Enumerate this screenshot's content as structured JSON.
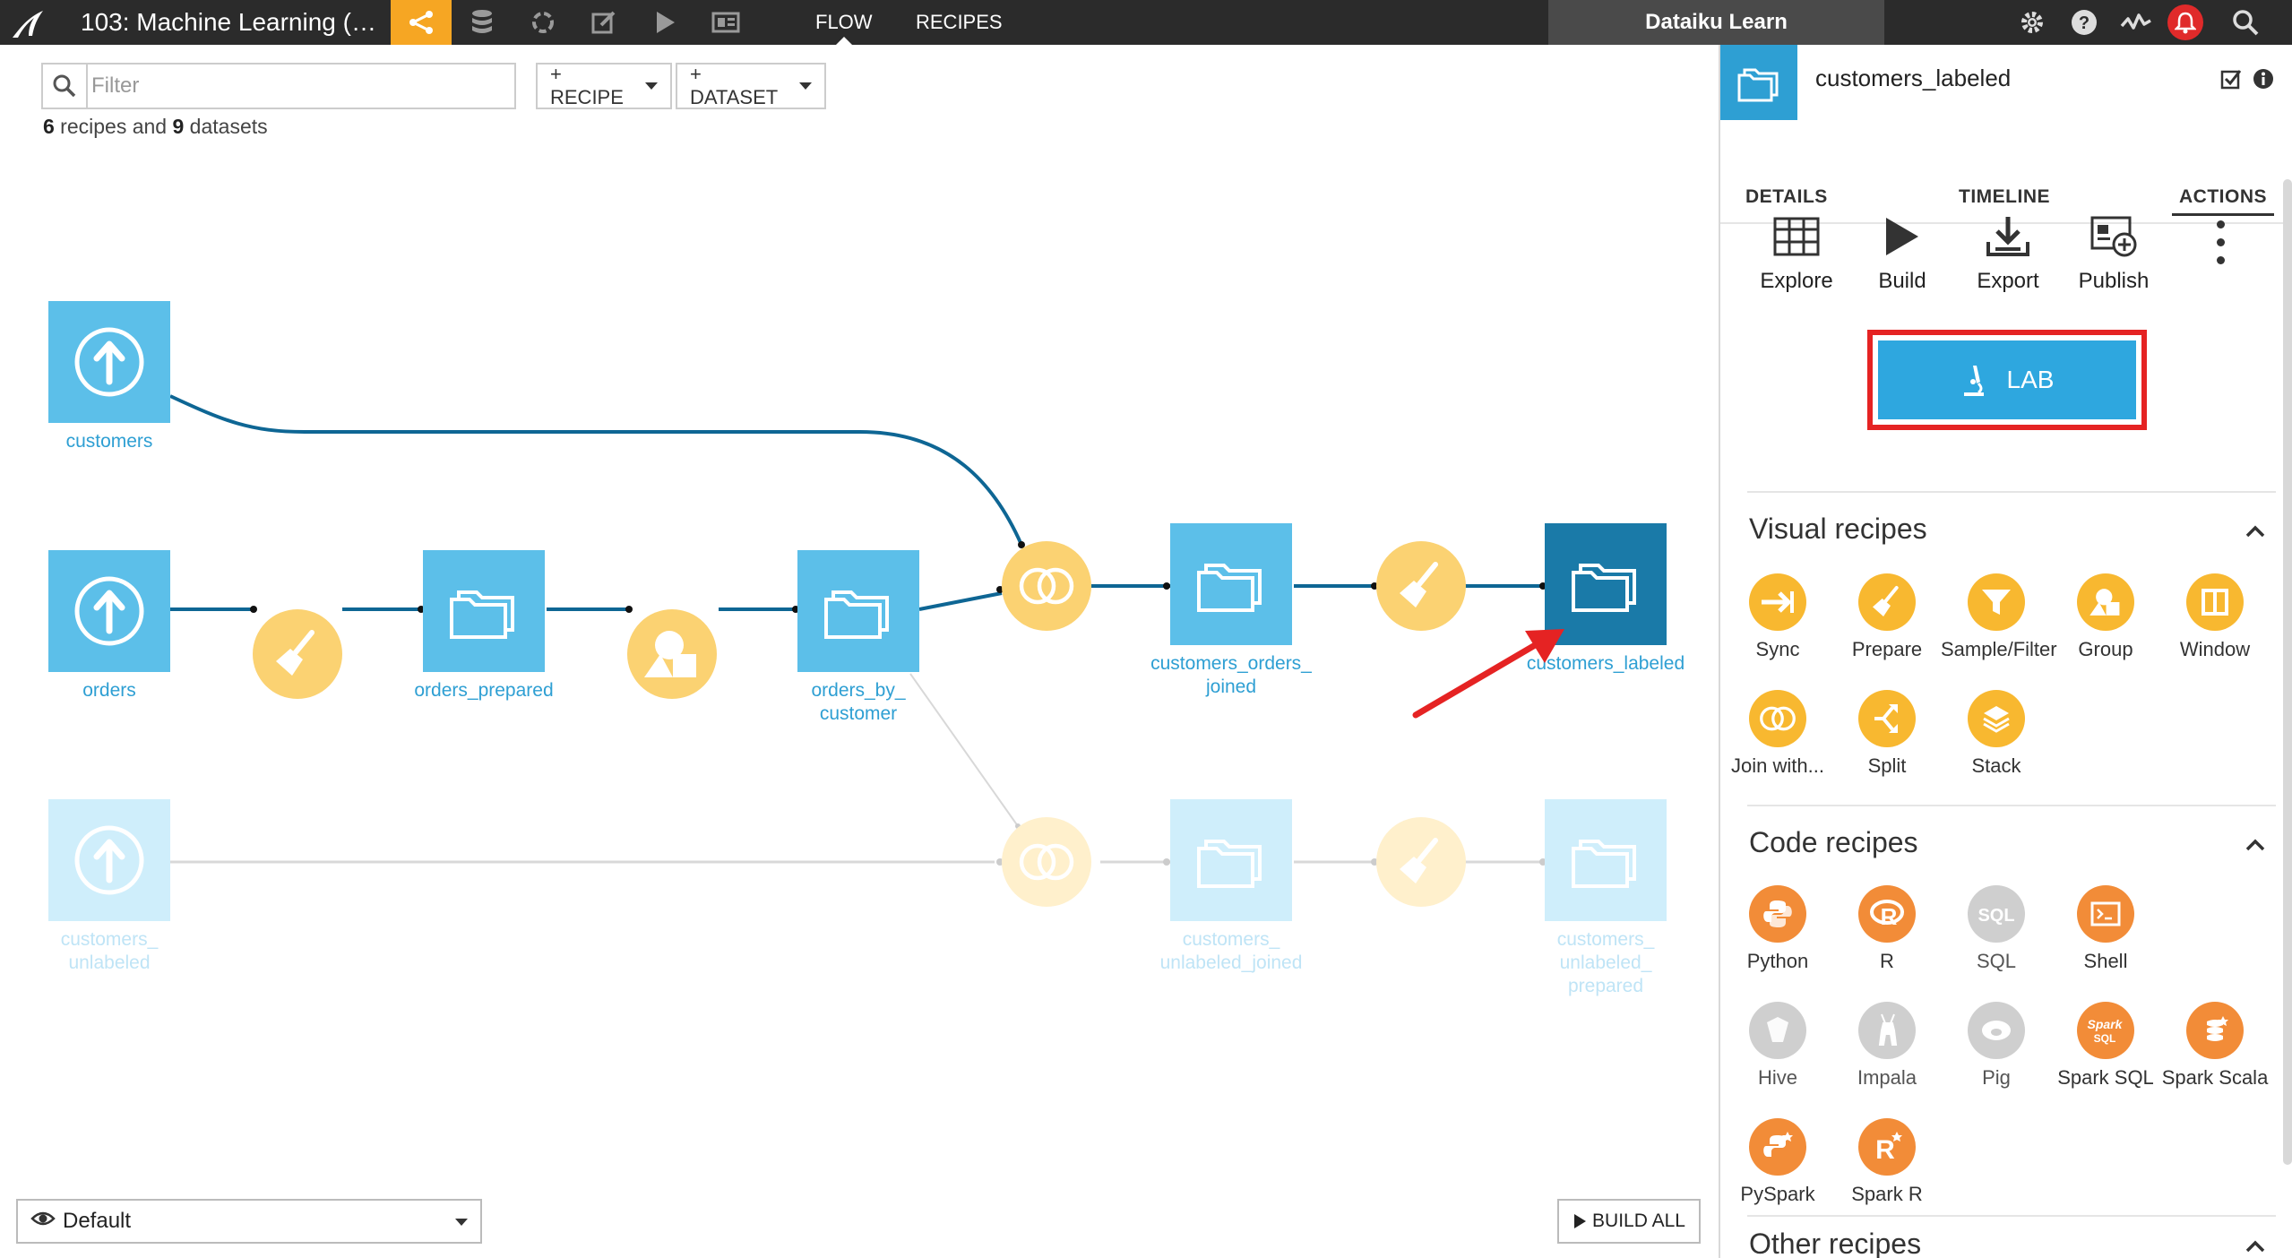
{
  "topbar": {
    "project_title": "103: Machine Learning (…",
    "tabs": [
      "FLOW",
      "RECIPES"
    ],
    "active_tab": "FLOW",
    "instance_name": "Dataiku Learn",
    "icons": [
      "flow-icon",
      "datasets-icon",
      "lab-icon",
      "notebooks-icon",
      "jobs-icon",
      "dashboards-icon",
      "settings-icon",
      "help-icon",
      "activity-icon",
      "notifications-icon",
      "search-icon"
    ],
    "accent_color": "#f6a623"
  },
  "toolbar": {
    "filter_placeholder": "Filter",
    "recipe_button": "+ RECIPE",
    "dataset_button": "+ DATASET",
    "count_recipes": "6",
    "count_recipes_suffix": " recipes and ",
    "count_datasets": "9",
    "count_datasets_suffix": " datasets"
  },
  "flow": {
    "datasets": [
      {
        "id": "customers",
        "label": "customers",
        "type": "upload",
        "state": "normal"
      },
      {
        "id": "orders",
        "label": "orders",
        "type": "upload",
        "state": "normal"
      },
      {
        "id": "orders_prepared",
        "label": "orders_prepared",
        "type": "folder",
        "state": "normal"
      },
      {
        "id": "orders_by_customer",
        "label_1": "orders_by_",
        "label_2": "customer",
        "type": "folder",
        "state": "normal"
      },
      {
        "id": "customers_orders_joined",
        "label_1": "customers_orders_",
        "label_2": "joined",
        "type": "folder",
        "state": "normal"
      },
      {
        "id": "customers_labeled",
        "label": "customers_labeled",
        "type": "folder",
        "state": "selected"
      },
      {
        "id": "customers_unlabeled",
        "label_1": "customers_",
        "label_2": "unlabeled",
        "type": "upload",
        "state": "faded"
      },
      {
        "id": "customers_unlabeled_joined",
        "label_1": "customers_",
        "label_2": "unlabeled_joined",
        "type": "folder",
        "state": "faded"
      },
      {
        "id": "customers_unlabeled_prepared",
        "label_1": "customers_",
        "label_2": "unlabeled_",
        "label_3": "prepared",
        "type": "folder",
        "state": "faded"
      }
    ],
    "recipes": [
      {
        "id": "prepare-1",
        "icon": "broom-icon",
        "state": "normal"
      },
      {
        "id": "group-1",
        "icon": "group-icon",
        "state": "normal"
      },
      {
        "id": "join-1",
        "icon": "join-icon",
        "state": "normal"
      },
      {
        "id": "prepare-2",
        "icon": "broom-icon",
        "state": "normal"
      },
      {
        "id": "join-2",
        "icon": "join-icon",
        "state": "faded"
      },
      {
        "id": "prepare-3",
        "icon": "broom-icon",
        "state": "faded"
      }
    ],
    "colors": {
      "dataset": "#5cbfe9",
      "selected": "#1a7aa8",
      "recipe": "#fbd272",
      "link": "#0e6694",
      "faded_link": "#cccccc",
      "annotation": "#e52323"
    }
  },
  "bottom": {
    "zone_label": "Default",
    "build_all": "BUILD ALL"
  },
  "panel": {
    "dataset_name": "customers_labeled",
    "tabs": [
      "DETAILS",
      "TIMELINE",
      "ACTIONS"
    ],
    "active_tab": "ACTIONS",
    "actions": [
      "Explore",
      "Build",
      "Export",
      "Publish"
    ],
    "lab_button": "LAB",
    "visual_title": "Visual recipes",
    "visual_recipes": [
      "Sync",
      "Prepare",
      "Sample/Filter",
      "Group",
      "Window",
      "Join with...",
      "Split",
      "Stack"
    ],
    "code_title": "Code recipes",
    "code_recipes": [
      "Python",
      "R",
      "SQL",
      "Shell",
      "Hive",
      "Impala",
      "Pig",
      "Spark SQL",
      "Spark Scala",
      "PySpark",
      "Spark R"
    ],
    "other_title": "Other recipes"
  }
}
